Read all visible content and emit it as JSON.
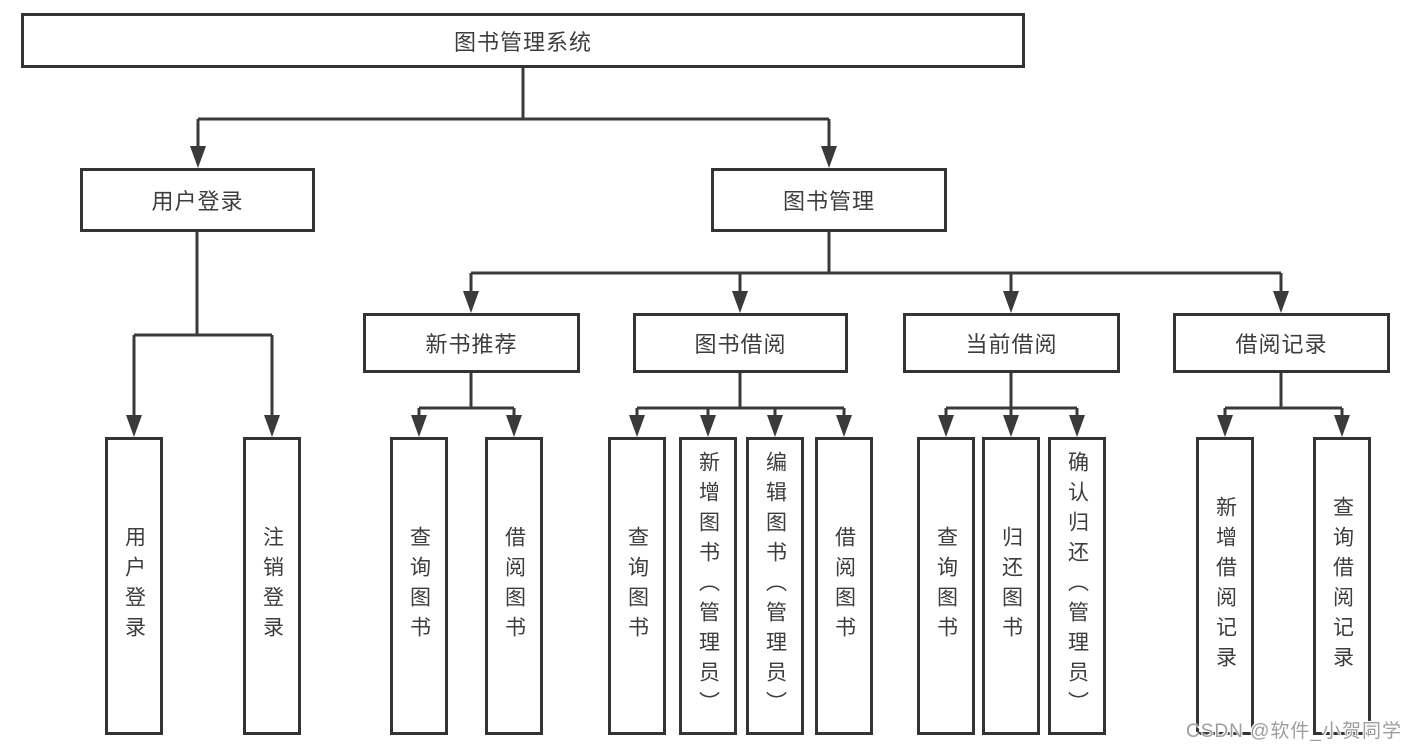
{
  "diagram": {
    "root": {
      "label": "图书管理系统"
    },
    "level2": [
      {
        "label": "用户登录"
      },
      {
        "label": "图书管理"
      }
    ],
    "level3": [
      {
        "label": "新书推荐"
      },
      {
        "label": "图书借阅"
      },
      {
        "label": "当前借阅"
      },
      {
        "label": "借阅记录"
      }
    ],
    "leaves": {
      "user_login": [
        "用户登录",
        "注销登录"
      ],
      "new_book_recommend": [
        "查询图书",
        "借阅图书"
      ],
      "book_borrowing": [
        "查询图书",
        "新增图书（管理员）",
        "编辑图书（管理员）",
        "借阅图书"
      ],
      "current_borrowing": [
        "查询图书",
        "归还图书",
        "确认归还（管理员）"
      ],
      "borrowing_records": [
        "新增借阅记录",
        "查询借阅记录"
      ]
    }
  },
  "watermark": {
    "text": "CSDN @软件_小贺同学"
  },
  "colors": {
    "line": "#3a3a3a",
    "box_border": "#333333",
    "box_fill": "#ffffff",
    "text": "#3d3d3d",
    "watermark": "#9e9e9e"
  }
}
